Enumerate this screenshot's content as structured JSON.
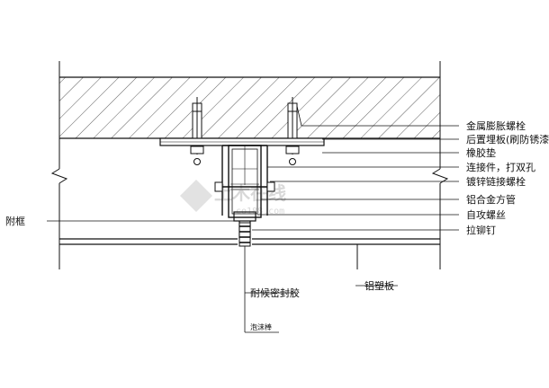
{
  "labels": {
    "expansion_bolt": "金属膨胀螺栓",
    "embedded_plate": "后置埋板(刷防锈漆)",
    "rubber_pad": "橡胶垫",
    "connector": "连接件，打双孔",
    "galvanized_bolt": "镀锌链接螺栓",
    "aluminum_tube": "铝合金方管",
    "self_tapping_screw": "自攻螺丝",
    "rivet": "拉铆钉",
    "frame": "附框",
    "aluminum_panel": "铝塑板",
    "sealant": "耐候密封胶",
    "foam_rod": "泡沫棒"
  },
  "watermark": {
    "text": "土木在线",
    "sub": "co188.com"
  },
  "colors": {
    "line": "#111111",
    "watermark": "#d8d8d8",
    "background": "#ffffff"
  }
}
